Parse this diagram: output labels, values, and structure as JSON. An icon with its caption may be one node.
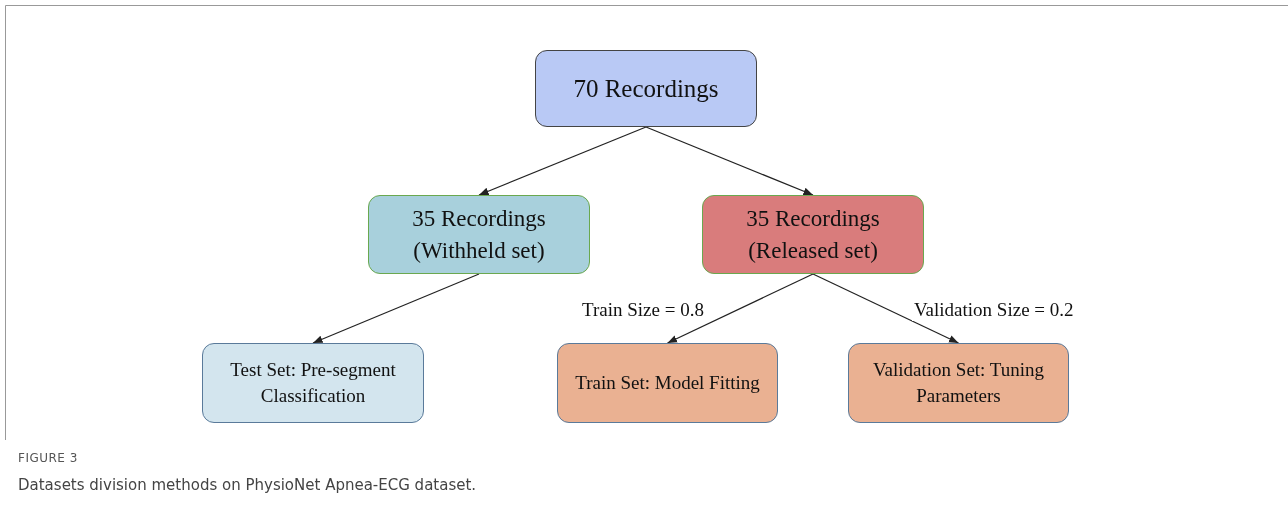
{
  "diagram": {
    "caption": "Datasets division methods on PhysioNet Apnea-ECG dataset.",
    "nodes": [
      {
        "text": [
          "70 Recordings"
        ]
      },
      {
        "text": [
          "35 Recordings (Withheld set)"
        ]
      },
      {
        "text": [
          "35 Recordings (Released set)"
        ]
      },
      {
        "text": [
          "Test Set: Pre-segment Classification"
        ]
      },
      {
        "text": [
          "Train Set: Model Fitting"
        ]
      },
      {
        "text": [
          "Validation Set: Tuning Parameters"
        ]
      }
    ],
    "edges": [
      {
        "from": 0,
        "to": 1,
        "arrow": "to"
      },
      {
        "from": 0,
        "to": 2,
        "arrow": "to"
      },
      {
        "from": 1,
        "to": 3,
        "arrow": "to"
      },
      {
        "from": 2,
        "to": 4,
        "arrow": "to",
        "label": "Train Size = 0.8"
      },
      {
        "from": 2,
        "to": 5,
        "arrow": "to",
        "label": "Validation Size = 0.2"
      }
    ],
    "labels": [
      "FIGURE 3"
    ]
  }
}
